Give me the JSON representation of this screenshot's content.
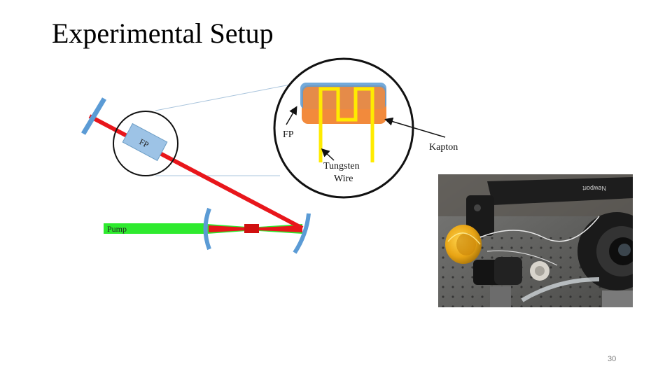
{
  "slide": {
    "title": "Experimental Setup",
    "page_number": "30"
  },
  "diagram": {
    "labels": {
      "fp_component": "FP",
      "pump": "Pump",
      "fp_callout": "FP",
      "kapton": "Kapton",
      "tungsten_line1": "Tungsten",
      "tungsten_line2": "Wire"
    },
    "colors": {
      "laser_beam": "#e8161b",
      "pump_beam": "#2eea2e",
      "mirror": "#5b9bd5",
      "fp_box": "#9dc3e6",
      "kapton_layer": "#f28a3c",
      "fp_layer": "#5b9bd5",
      "tungsten_wire": "#ffeb00",
      "crystal": "#d01010"
    }
  },
  "photo": {
    "engraving": "Newport"
  }
}
